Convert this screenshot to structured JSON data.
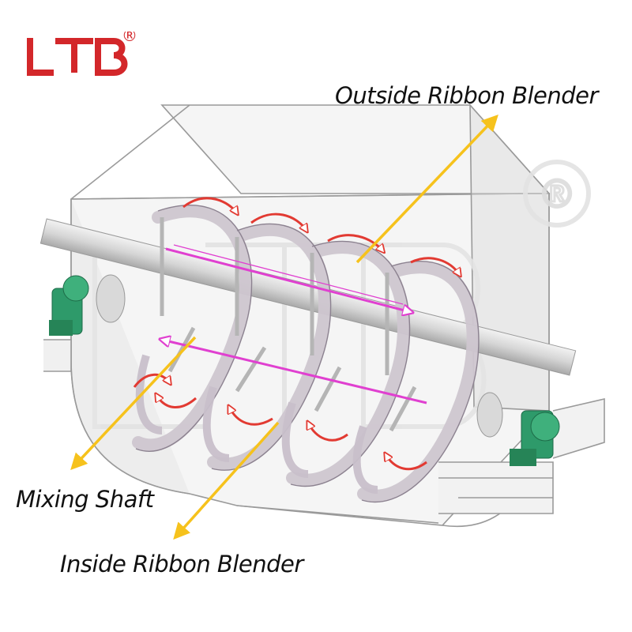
{
  "logo": {
    "text": "LTB",
    "registered": "®",
    "color": "#d3272a"
  },
  "watermark": {
    "text": "LTB",
    "registered": "®"
  },
  "labels": {
    "outside_ribbon": "Outside Ribbon Blender",
    "mixing_shaft": "Mixing Shaft",
    "inside_ribbon": "Inside Ribbon Blender"
  },
  "colors": {
    "pointer_arrow": "#f6c21c",
    "flow_arrow_red": "#e23a32",
    "flow_arrow_magenta": "#e040d0",
    "bearing_green": "#2e9a6a",
    "ribbon": "#cfc7d0",
    "tank_line": "#9a9a9a"
  }
}
